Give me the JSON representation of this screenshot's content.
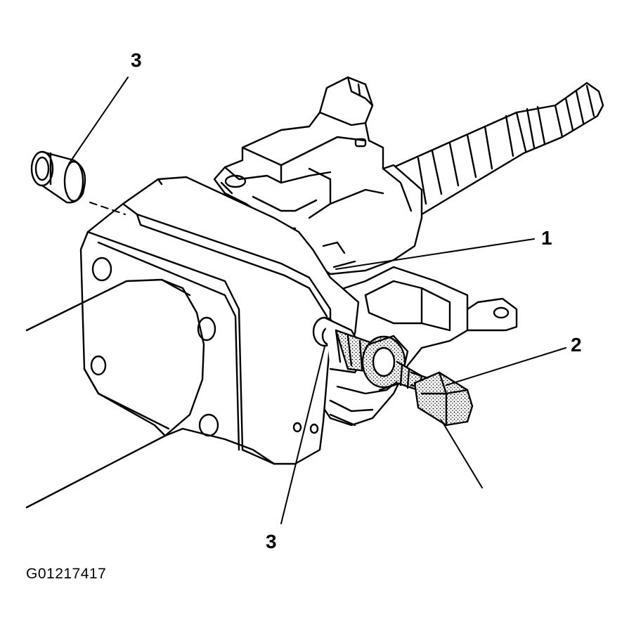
{
  "figure": {
    "id_label": "G01217417",
    "callouts": [
      {
        "number": "3"
      },
      {
        "number": "1"
      },
      {
        "number": "2"
      },
      {
        "number": "3"
      }
    ]
  }
}
